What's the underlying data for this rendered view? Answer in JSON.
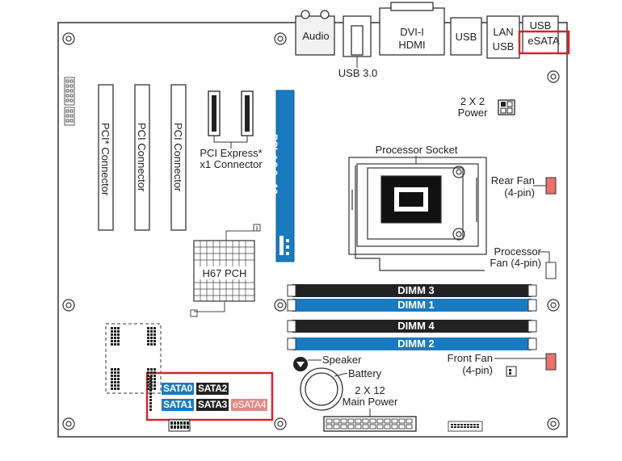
{
  "labels": {
    "audio": "Audio",
    "usb30": "USB 3.0",
    "dvi1": "DVI-I",
    "dvi2": "HDMI",
    "usb_a": "USB",
    "lan": "LAN",
    "lan_usb": "USB",
    "usb_top": "USB",
    "esata_top": "eSATA",
    "pcie_x16": "PCIe* 2.0 x16",
    "pci1": "PCI* Connector",
    "pci2": "PCI Connector",
    "pci3": "PCI Connector",
    "pcie_x1_1": "PCI Express*",
    "pcie_x1_2": "x1 Connector",
    "power2x2_1": "2 X 2",
    "power2x2_2": "Power",
    "processor_socket": "Processor Socket",
    "rear_fan_1": "Rear Fan",
    "rear_fan_2": "(4-pin)",
    "proc_fan_1": "Processor",
    "proc_fan_2": "Fan (4-pin)",
    "pch": "H67 PCH",
    "dimm3": "DIMM 3",
    "dimm1": "DIMM 1",
    "dimm4": "DIMM 4",
    "dimm2": "DIMM 2",
    "speaker": "Speaker",
    "battery": "Battery",
    "front_fan_1": "Front Fan",
    "front_fan_2": "(4-pin)",
    "main_power_1": "2 X 12",
    "main_power_2": "Main Power",
    "sata0": "SATA0",
    "sata1": "SATA1",
    "sata2": "SATA2",
    "sata3": "SATA3",
    "esata4": "eSATA4"
  },
  "colors": {
    "blue": "#1a7ac0",
    "dark": "#222222",
    "highlight": "#d0262e",
    "fan": "#e8726c",
    "esata_fill": "#e38a86"
  }
}
